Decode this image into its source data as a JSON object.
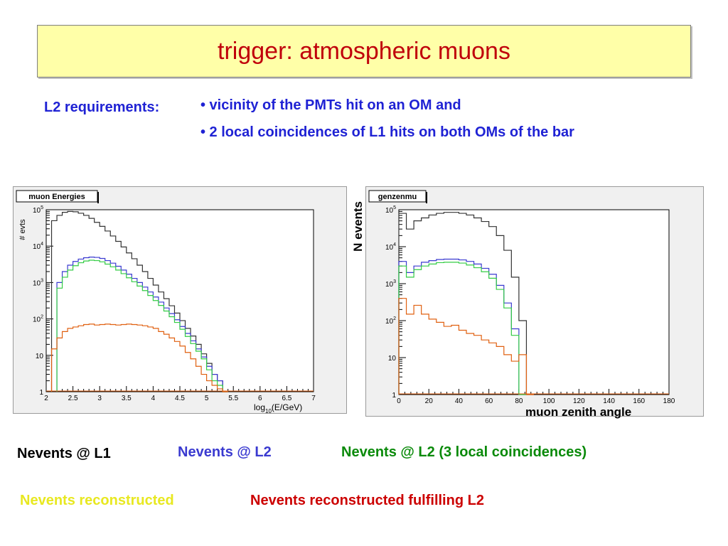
{
  "slide": {
    "title": "trigger: atmospheric muons",
    "requirements_label": "L2 requirements:",
    "requirements": [
      "•  vicinity of the PMTs hit on an OM and",
      "• 2 local coincidences of L1 hits on both OMs of the bar"
    ]
  },
  "legend": {
    "l1": "Nevents @ L1",
    "l2": "Nevents @ L2",
    "l2_3lc": "Nevents @ L2 (3 local coincidences)",
    "reco": "Nevents reconstructed",
    "reco_l2": "Nevents reconstructed fulfilling L2"
  },
  "colors": {
    "title": "#c0000b",
    "requirements": "#1f22d4",
    "l1": "#333333",
    "l2": "#3a3ad0",
    "l2_3lc": "#33cc44",
    "reco": "#e8e820",
    "reco_l2": "#e06010"
  },
  "chart_data": [
    {
      "type": "line",
      "title": "muon Energies",
      "ylabel": "# evts",
      "xlabel_main": "log",
      "xlabel_sub": "10",
      "xlabel_tail": "(E/GeV)",
      "x_range": [
        2,
        7
      ],
      "y_log": true,
      "y_range": [
        1,
        100000
      ],
      "x_ticks": [
        "2",
        "2.5",
        "3",
        "3.5",
        "4",
        "4.5",
        "5",
        "5.5",
        "6",
        "6.5",
        "7"
      ],
      "y_ticks": [
        {
          "base": "1",
          "exp": ""
        },
        {
          "base": "10",
          "exp": ""
        },
        {
          "base": "10",
          "exp": "2"
        },
        {
          "base": "10",
          "exp": "3"
        },
        {
          "base": "10",
          "exp": "4"
        },
        {
          "base": "10",
          "exp": "5"
        }
      ],
      "grid": false,
      "series": [
        {
          "key": "l1",
          "color": "#333333",
          "points": [
            [
              2.1,
              50000
            ],
            [
              2.2,
              70000
            ],
            [
              2.3,
              85000
            ],
            [
              2.4,
              90000
            ],
            [
              2.5,
              88000
            ],
            [
              2.6,
              80000
            ],
            [
              2.7,
              70000
            ],
            [
              2.8,
              58000
            ],
            [
              2.9,
              45000
            ],
            [
              3.0,
              35000
            ],
            [
              3.1,
              26000
            ],
            [
              3.2,
              19000
            ],
            [
              3.3,
              13500
            ],
            [
              3.4,
              9500
            ],
            [
              3.5,
              6500
            ],
            [
              3.6,
              4500
            ],
            [
              3.7,
              3000
            ],
            [
              3.8,
              2000
            ],
            [
              3.9,
              1300
            ],
            [
              4.0,
              850
            ],
            [
              4.1,
              550
            ],
            [
              4.2,
              360
            ],
            [
              4.3,
              230
            ],
            [
              4.4,
              145
            ],
            [
              4.5,
              90
            ],
            [
              4.6,
              55
            ],
            [
              4.7,
              34
            ],
            [
              4.8,
              20
            ],
            [
              4.9,
              11
            ],
            [
              5.0,
              6
            ],
            [
              5.1,
              3
            ],
            [
              5.2,
              2
            ],
            [
              5.3,
              1
            ]
          ]
        },
        {
          "key": "l2",
          "color": "#3a3ad0",
          "points": [
            [
              2.2,
              1000
            ],
            [
              2.3,
              2000
            ],
            [
              2.4,
              3000
            ],
            [
              2.5,
              3800
            ],
            [
              2.6,
              4400
            ],
            [
              2.7,
              4800
            ],
            [
              2.8,
              5000
            ],
            [
              2.9,
              4900
            ],
            [
              3.0,
              4600
            ],
            [
              3.1,
              4000
            ],
            [
              3.2,
              3400
            ],
            [
              3.3,
              2800
            ],
            [
              3.4,
              2200
            ],
            [
              3.5,
              1700
            ],
            [
              3.6,
              1300
            ],
            [
              3.7,
              1000
            ],
            [
              3.8,
              750
            ],
            [
              3.9,
              550
            ],
            [
              4.0,
              400
            ],
            [
              4.1,
              290
            ],
            [
              4.2,
              200
            ],
            [
              4.3,
              140
            ],
            [
              4.4,
              95
            ],
            [
              4.5,
              62
            ],
            [
              4.6,
              40
            ],
            [
              4.7,
              25
            ],
            [
              4.8,
              15
            ],
            [
              4.9,
              9
            ],
            [
              5.0,
              5
            ],
            [
              5.1,
              3
            ],
            [
              5.2,
              2
            ],
            [
              5.3,
              1
            ]
          ]
        },
        {
          "key": "l2_3lc",
          "color": "#33cc44",
          "points": [
            [
              2.2,
              700
            ],
            [
              2.3,
              1400
            ],
            [
              2.4,
              2200
            ],
            [
              2.5,
              2900
            ],
            [
              2.6,
              3500
            ],
            [
              2.7,
              3900
            ],
            [
              2.8,
              4100
            ],
            [
              2.9,
              4000
            ],
            [
              3.0,
              3700
            ],
            [
              3.1,
              3200
            ],
            [
              3.2,
              2700
            ],
            [
              3.3,
              2200
            ],
            [
              3.4,
              1750
            ],
            [
              3.5,
              1350
            ],
            [
              3.6,
              1050
            ],
            [
              3.7,
              800
            ],
            [
              3.8,
              600
            ],
            [
              3.9,
              440
            ],
            [
              4.0,
              320
            ],
            [
              4.1,
              235
            ],
            [
              4.2,
              165
            ],
            [
              4.3,
              115
            ],
            [
              4.4,
              80
            ],
            [
              4.5,
              52
            ],
            [
              4.6,
              33
            ],
            [
              4.7,
              21
            ],
            [
              4.8,
              13
            ],
            [
              4.9,
              8
            ],
            [
              5.0,
              4
            ],
            [
              5.1,
              2
            ],
            [
              5.2,
              1.5
            ],
            [
              5.3,
              1
            ]
          ]
        },
        {
          "key": "reco_l2",
          "color": "#e06010",
          "points": [
            [
              2.1,
              15
            ],
            [
              2.2,
              30
            ],
            [
              2.3,
              45
            ],
            [
              2.4,
              55
            ],
            [
              2.5,
              60
            ],
            [
              2.6,
              65
            ],
            [
              2.7,
              70
            ],
            [
              2.8,
              72
            ],
            [
              2.9,
              68
            ],
            [
              3.0,
              70
            ],
            [
              3.1,
              72
            ],
            [
              3.2,
              70
            ],
            [
              3.3,
              68
            ],
            [
              3.4,
              70
            ],
            [
              3.5,
              72
            ],
            [
              3.6,
              70
            ],
            [
              3.7,
              68
            ],
            [
              3.8,
              65
            ],
            [
              3.9,
              60
            ],
            [
              4.0,
              55
            ],
            [
              4.1,
              45
            ],
            [
              4.2,
              38
            ],
            [
              4.3,
              30
            ],
            [
              4.4,
              24
            ],
            [
              4.5,
              18
            ],
            [
              4.6,
              12
            ],
            [
              4.7,
              8
            ],
            [
              4.8,
              5
            ],
            [
              4.9,
              3
            ],
            [
              5.0,
              2
            ],
            [
              5.1,
              1.5
            ],
            [
              5.2,
              1.2
            ],
            [
              5.3,
              1
            ]
          ]
        }
      ]
    },
    {
      "type": "line",
      "title": "genzenmu",
      "ylabel": "N events",
      "xlabel": "muon zenith angle",
      "x_range": [
        0,
        180
      ],
      "y_log": true,
      "y_range": [
        1,
        100000
      ],
      "x_ticks": [
        "0",
        "20",
        "40",
        "60",
        "80",
        "100",
        "120",
        "140",
        "160",
        "180"
      ],
      "y_ticks": [
        {
          "base": "1",
          "exp": ""
        },
        {
          "base": "10",
          "exp": ""
        },
        {
          "base": "10",
          "exp": "2"
        },
        {
          "base": "10",
          "exp": "3"
        },
        {
          "base": "10",
          "exp": "4"
        },
        {
          "base": "10",
          "exp": "5"
        }
      ],
      "grid": false,
      "series": [
        {
          "key": "l1",
          "color": "#333333",
          "points": [
            [
              0,
              80000
            ],
            [
              5,
              30000
            ],
            [
              10,
              50000
            ],
            [
              15,
              60000
            ],
            [
              20,
              72000
            ],
            [
              25,
              80000
            ],
            [
              30,
              85000
            ],
            [
              35,
              85000
            ],
            [
              40,
              80000
            ],
            [
              45,
              72000
            ],
            [
              50,
              60000
            ],
            [
              55,
              48000
            ],
            [
              60,
              35000
            ],
            [
              65,
              20000
            ],
            [
              70,
              8000
            ],
            [
              75,
              1500
            ],
            [
              80,
              100
            ],
            [
              85,
              1
            ]
          ]
        },
        {
          "key": "l2",
          "color": "#3a3ad0",
          "points": [
            [
              0,
              4000
            ],
            [
              5,
              2000
            ],
            [
              10,
              3000
            ],
            [
              15,
              3800
            ],
            [
              20,
              4200
            ],
            [
              25,
              4500
            ],
            [
              30,
              4600
            ],
            [
              35,
              4600
            ],
            [
              40,
              4400
            ],
            [
              45,
              4000
            ],
            [
              50,
              3400
            ],
            [
              55,
              2600
            ],
            [
              60,
              1800
            ],
            [
              65,
              900
            ],
            [
              70,
              300
            ],
            [
              75,
              60
            ],
            [
              80,
              1
            ]
          ]
        },
        {
          "key": "l2_3lc",
          "color": "#33cc44",
          "points": [
            [
              0,
              3000
            ],
            [
              5,
              1500
            ],
            [
              10,
              2400
            ],
            [
              15,
              3000
            ],
            [
              20,
              3400
            ],
            [
              25,
              3700
            ],
            [
              30,
              3800
            ],
            [
              35,
              3800
            ],
            [
              40,
              3600
            ],
            [
              45,
              3200
            ],
            [
              50,
              2700
            ],
            [
              55,
              2100
            ],
            [
              60,
              1400
            ],
            [
              65,
              700
            ],
            [
              70,
              220
            ],
            [
              75,
              40
            ],
            [
              80,
              1
            ]
          ]
        },
        {
          "key": "reco_l2",
          "color": "#e06010",
          "points": [
            [
              0,
              400
            ],
            [
              5,
              150
            ],
            [
              10,
              260
            ],
            [
              15,
              150
            ],
            [
              20,
              110
            ],
            [
              25,
              90
            ],
            [
              30,
              70
            ],
            [
              35,
              75
            ],
            [
              40,
              55
            ],
            [
              45,
              45
            ],
            [
              50,
              40
            ],
            [
              55,
              30
            ],
            [
              60,
              25
            ],
            [
              65,
              20
            ],
            [
              70,
              12
            ],
            [
              75,
              8
            ],
            [
              80,
              12
            ],
            [
              85,
              1
            ]
          ]
        }
      ]
    }
  ]
}
